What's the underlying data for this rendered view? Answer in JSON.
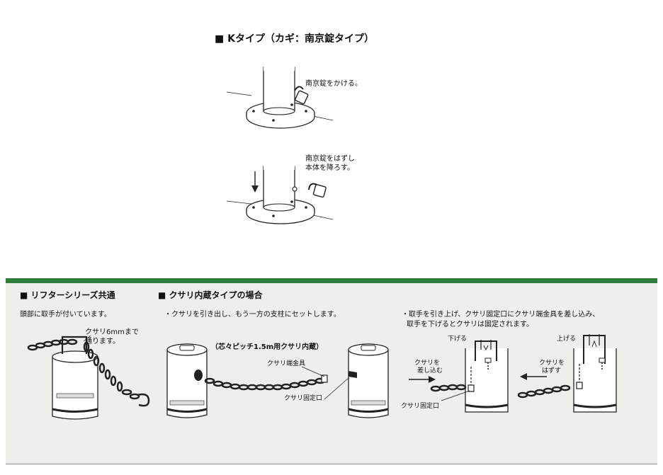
{
  "k_type": {
    "heading": "■ Kタイプ（カギ：南京錠タイプ）",
    "step1_note": "南京錠をかける。",
    "step2_note_line1": "南京錠をはずし",
    "step2_note_line2": "本体を降ろす。"
  },
  "lifter": {
    "heading": "■ リフターシリーズ共通",
    "desc": "頭部に取手が付いています。",
    "chain_note_line1": "クサリ6mmまで",
    "chain_note_line2": "通ります。"
  },
  "chain_builtin": {
    "heading": "■ クサリ内蔵タイプの場合",
    "desc": "・クサリを引き出し、もう一方の支柱にセットします。",
    "pitch_label": "（芯々ピッチ1.5m用クサリ内蔵）",
    "end_fitting_label": "クサリ端金具",
    "fixing_port_label": "クサリ固定口"
  },
  "chain_fixing": {
    "desc_line1": "・取手を引き上げ、クサリ固定口にクサリ端金具を差し込み、",
    "desc_line2": "取手を下げるとクサリは固定されます。",
    "lower_label": "下げる",
    "raise_label": "上げる",
    "insert_label_line1": "クサリを",
    "insert_label_line2": "差し込む",
    "remove_label_line1": "クサリを",
    "remove_label_line2": "はずす",
    "fixing_port_label": "クサリ固定口"
  },
  "colors": {
    "panel_bg": "#eeeeea",
    "band": "#2f7d3a"
  }
}
